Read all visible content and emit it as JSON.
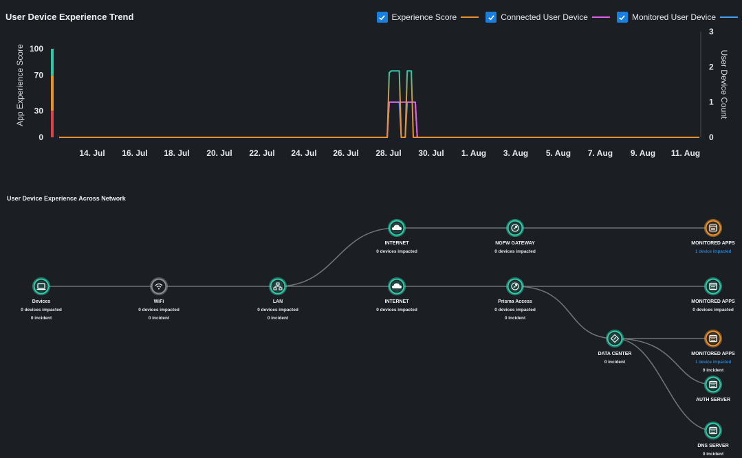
{
  "panel": {
    "title": "User Device Experience Trend"
  },
  "legend": [
    {
      "label": "Experience Score",
      "color": "#e8922f",
      "checked": true
    },
    {
      "label": "Connected User Device",
      "color": "#e060e8",
      "checked": true
    },
    {
      "label": "Monitored User Device",
      "color": "#4a9cf0",
      "checked": true
    }
  ],
  "chart_data": {
    "type": "line",
    "ylabel": "App Experience Score",
    "y2label": "User Device Count",
    "ylim": [
      0,
      100
    ],
    "y2lim": [
      0,
      3
    ],
    "yticks": [
      0,
      30,
      70,
      100
    ],
    "y2ticks": [
      0,
      1,
      2,
      3
    ],
    "xticks": [
      "14. Jul",
      "16. Jul",
      "18. Jul",
      "20. Jul",
      "22. Jul",
      "24. Jul",
      "26. Jul",
      "28. Jul",
      "30. Jul",
      "1. Aug",
      "3. Aug",
      "5. Aug",
      "7. Aug",
      "9. Aug",
      "11. Aug"
    ],
    "x_range": [
      "12. Jul",
      "13. Aug"
    ],
    "score_bands": [
      {
        "from": 0,
        "to": 30,
        "color": "#d9434d"
      },
      {
        "from": 30,
        "to": 70,
        "color": "#e8922f"
      },
      {
        "from": 70,
        "to": 100,
        "color": "#2fc9a8"
      }
    ],
    "series": [
      {
        "name": "Experience Score",
        "axis": "left",
        "color": "#e8922f",
        "points": [
          [
            12.0,
            0
          ],
          [
            28.4,
            0
          ],
          [
            28.5,
            73
          ],
          [
            28.6,
            75
          ],
          [
            29.0,
            75
          ],
          [
            29.1,
            0
          ],
          [
            29.3,
            0
          ],
          [
            29.4,
            75
          ],
          [
            29.6,
            75
          ],
          [
            29.7,
            0
          ],
          [
            44.0,
            0
          ]
        ],
        "gradient": [
          "#2fc9a8",
          "#e8922f"
        ]
      },
      {
        "name": "Connected User Device",
        "axis": "right",
        "color": "#e060e8",
        "points": [
          [
            12.0,
            0
          ],
          [
            28.4,
            0
          ],
          [
            28.5,
            1
          ],
          [
            29.0,
            1
          ],
          [
            29.1,
            1
          ],
          [
            29.3,
            1
          ],
          [
            29.4,
            1
          ],
          [
            29.8,
            1
          ],
          [
            29.9,
            0
          ],
          [
            44.0,
            0
          ]
        ]
      },
      {
        "name": "Monitored User Device",
        "axis": "right",
        "color": "#4a9cf0",
        "points": [
          [
            12.0,
            0
          ],
          [
            28.4,
            0
          ],
          [
            28.5,
            1
          ],
          [
            29.0,
            1
          ],
          [
            29.1,
            0
          ],
          [
            29.3,
            0
          ],
          [
            29.4,
            1
          ],
          [
            29.8,
            1
          ],
          [
            29.9,
            0
          ],
          [
            44.0,
            0
          ]
        ]
      }
    ]
  },
  "network": {
    "title": "User Device Experience Across Network",
    "nodes": [
      {
        "id": "devices",
        "label": "Devices",
        "lines": [
          "0 devices impacted",
          "0 incident"
        ],
        "status": "ok",
        "icon": "laptop-icon"
      },
      {
        "id": "wifi",
        "label": "WiFi",
        "lines": [
          "0 devices impacted",
          "0 incident"
        ],
        "status": "neutral",
        "icon": "wifi-icon"
      },
      {
        "id": "lan",
        "label": "LAN",
        "lines": [
          "0 devices impacted",
          "0 incident"
        ],
        "status": "ok",
        "icon": "lan-icon"
      },
      {
        "id": "internet-top",
        "label": "INTERNET",
        "lines": [
          "0 devices impacted"
        ],
        "status": "ok",
        "icon": "cloud-icon"
      },
      {
        "id": "ngfw",
        "label": "NGFW GATEWAY",
        "lines": [
          "0 devices impacted"
        ],
        "status": "ok",
        "icon": "firewall-icon"
      },
      {
        "id": "apps-top",
        "label": "MONITORED APPS",
        "lines": [
          "1 device impacted"
        ],
        "link": [
          true
        ],
        "status": "warn",
        "icon": "app-window-icon"
      },
      {
        "id": "internet-mid",
        "label": "INTERNET",
        "lines": [
          "0 devices impacted"
        ],
        "status": "ok",
        "icon": "cloud-icon"
      },
      {
        "id": "prisma",
        "label": "Prisma Access",
        "lines": [
          "0 devices impacted",
          "0 incident"
        ],
        "status": "ok",
        "icon": "prisma-icon"
      },
      {
        "id": "apps-mid",
        "label": "MONITORED APPS",
        "lines": [
          "0 devices impacted"
        ],
        "status": "ok",
        "icon": "app-window-icon"
      },
      {
        "id": "datacenter",
        "label": "DATA CENTER",
        "lines": [
          "0 incident"
        ],
        "status": "ok",
        "icon": "datacenter-icon"
      },
      {
        "id": "apps-dc",
        "label": "MONITORED APPS",
        "lines": [
          "1 device impacted",
          "0 incident"
        ],
        "link": [
          true,
          false
        ],
        "status": "warn",
        "icon": "app-window-icon"
      },
      {
        "id": "auth",
        "label": "AUTH SERVER",
        "lines": [],
        "status": "ok",
        "icon": "server-icon"
      },
      {
        "id": "dns",
        "label": "DNS SERVER",
        "lines": [
          "0 incident"
        ],
        "status": "ok",
        "icon": "server-icon"
      }
    ]
  },
  "colors": {
    "ok": "#2fc9a8",
    "warn": "#e8922f",
    "neutral": "#8a8d91",
    "link": "#3d9df0",
    "edge": "#6f7276"
  }
}
